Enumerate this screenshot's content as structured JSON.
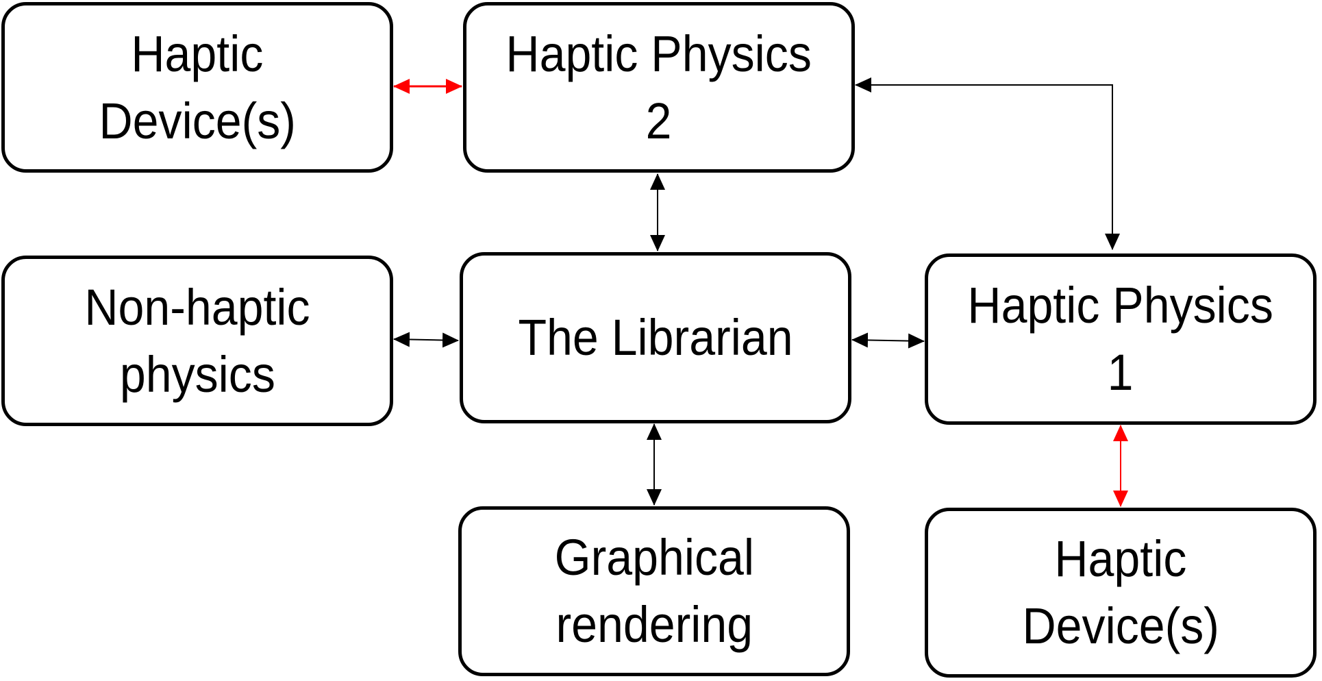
{
  "diagram": {
    "colors": {
      "default_arrow": "#000000",
      "haptic_link_arrow": "#ff0000"
    },
    "nodes": {
      "haptic_device_top": {
        "lines": [
          "Haptic",
          "Device(s)"
        ]
      },
      "haptic_physics_2": {
        "lines": [
          "Haptic Physics",
          "2"
        ]
      },
      "non_haptic_physics": {
        "lines": [
          "Non-haptic",
          "physics"
        ]
      },
      "librarian": {
        "lines": [
          "The Librarian"
        ]
      },
      "haptic_physics_1": {
        "lines": [
          "Haptic Physics",
          "1"
        ]
      },
      "graphical_rendering": {
        "lines": [
          "Graphical",
          "rendering"
        ]
      },
      "haptic_device_bottom": {
        "lines": [
          "Haptic",
          "Device(s)"
        ]
      }
    },
    "edges": [
      {
        "from": "haptic_device_top",
        "to": "haptic_physics_2",
        "bidirectional": true,
        "color": "red"
      },
      {
        "from": "haptic_physics_2",
        "to": "librarian",
        "bidirectional": true,
        "color": "black"
      },
      {
        "from": "haptic_physics_1",
        "to": "haptic_physics_2",
        "bidirectional": true,
        "color": "black"
      },
      {
        "from": "non_haptic_physics",
        "to": "librarian",
        "bidirectional": true,
        "color": "black"
      },
      {
        "from": "librarian",
        "to": "haptic_physics_1",
        "bidirectional": true,
        "color": "black"
      },
      {
        "from": "librarian",
        "to": "graphical_rendering",
        "bidirectional": true,
        "color": "black"
      },
      {
        "from": "haptic_physics_1",
        "to": "haptic_device_bottom",
        "bidirectional": true,
        "color": "red"
      }
    ]
  }
}
